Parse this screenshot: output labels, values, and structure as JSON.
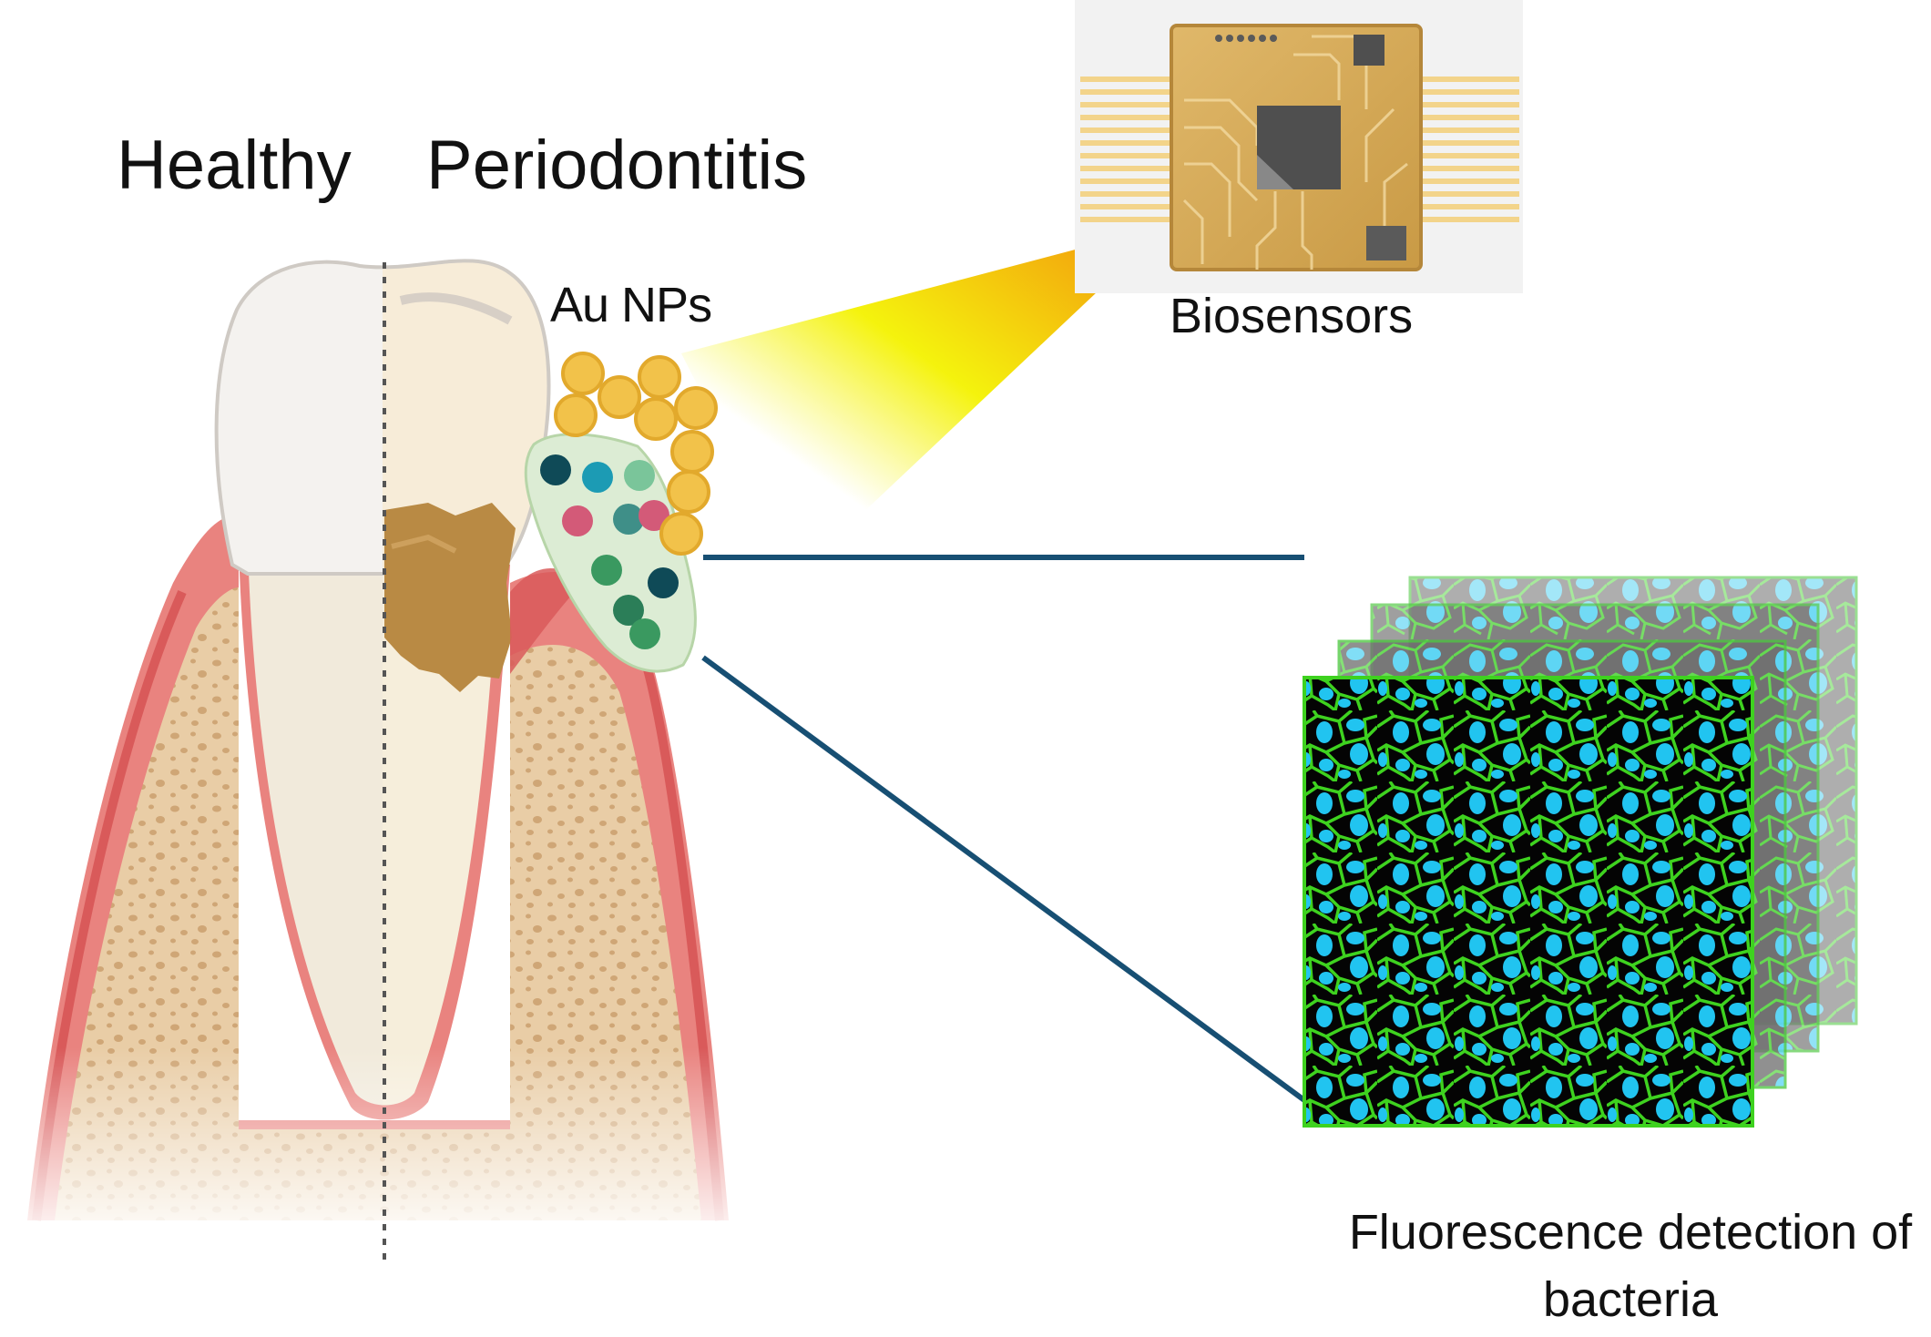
{
  "labels": {
    "healthy": "Healthy",
    "periodontitis": "Periodontitis",
    "au_nps": "Au NPs",
    "biosensors": "Biosensors",
    "fluorescence": "Fluorescence detection of bacteria"
  },
  "colors": {
    "gum": "#e9837f",
    "gum_dark": "#d95a5a",
    "bone": "#e7c9a0",
    "bone_spots": "#c9a37a",
    "tooth": "#f3f0ec",
    "root": "#f1eadb",
    "calculus": "#b98a44",
    "gold_np": "#f2c24a",
    "chip_gold": "#d9ae5a",
    "connector_line": "#174f73",
    "fluor_green": "#39d11f",
    "fluor_cyan": "#20c6f2",
    "beam_yellow": "#f2ee00"
  },
  "bacteria_colors": [
    "#0f4a57",
    "#1c9bb4",
    "#7ac59a",
    "#d35a78",
    "#3f8f88",
    "#3a9960",
    "#2b7e58"
  ]
}
